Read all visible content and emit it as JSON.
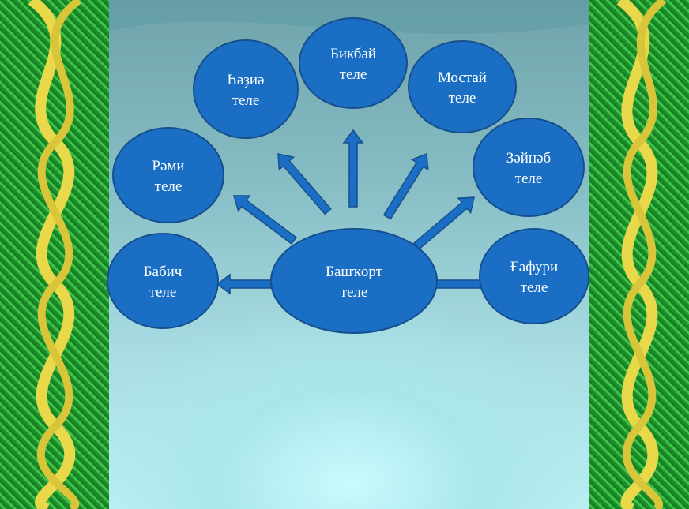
{
  "colors": {
    "node": "#1a6fc4",
    "node_stroke": "#164f8e",
    "arrow": "#1a6fc4"
  },
  "center": {
    "line1": "Башҡорт",
    "line2": "теле"
  },
  "nodes": [
    {
      "line1": "Бикбай",
      "line2": "теле"
    },
    {
      "line1": "Һәҙиә",
      "line2": "теле"
    },
    {
      "line1": "Мостай",
      "line2": "теле"
    },
    {
      "line1": "Рәми",
      "line2": "теле"
    },
    {
      "line1": "Зәйнәб",
      "line2": "теле"
    },
    {
      "line1": "Бабич",
      "line2": "теле"
    },
    {
      "line1": "Ғафури",
      "line2": "теле"
    }
  ]
}
